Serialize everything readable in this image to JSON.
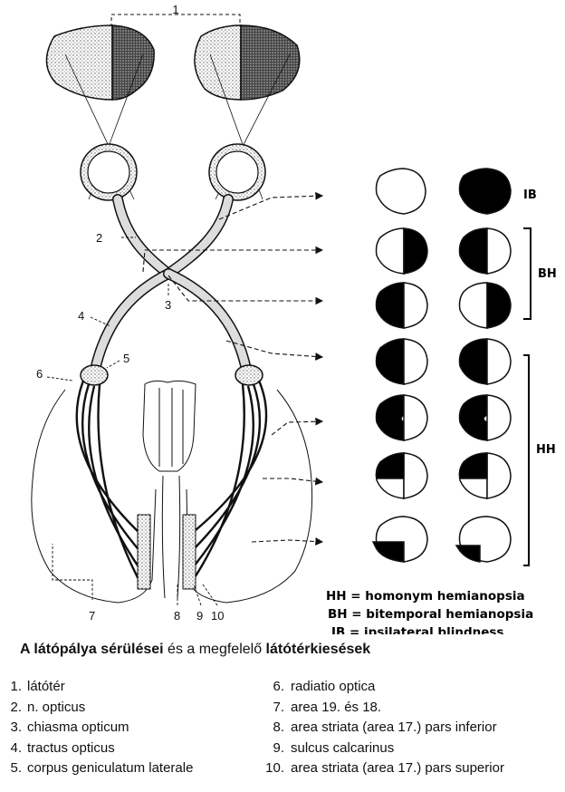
{
  "diagram": {
    "number_labels": [
      "1",
      "2",
      "3",
      "4",
      "5",
      "6",
      "7",
      "8",
      "9",
      "10"
    ],
    "defect_tags": {
      "ib": "IB",
      "bh": "BH",
      "hh": "HH"
    },
    "abbreviations": [
      "HH = homonym hemianopsia",
      "BH = bitemporal hemianopsia",
      "IB = ipsilateral blindness"
    ]
  },
  "caption": {
    "part1": "A látópálya sérülései",
    "part2": " és a megfelelő ",
    "part3": "látótérkiesések"
  },
  "legend": {
    "left": [
      {
        "n": "1.",
        "text": "látótér"
      },
      {
        "n": "2.",
        "text": "n. opticus"
      },
      {
        "n": "3.",
        "text": "chiasma opticum"
      },
      {
        "n": "4.",
        "text": "tractus opticus"
      },
      {
        "n": "5.",
        "text": "corpus geniculatum laterale"
      }
    ],
    "right": [
      {
        "n": "6.",
        "text": "radiatio optica"
      },
      {
        "n": "7.",
        "text": "area 19. és 18."
      },
      {
        "n": "8.",
        "text": "area striata (area 17.) pars inferior"
      },
      {
        "n": "9.",
        "text": "sulcus calcarinus"
      },
      {
        "n": "10.",
        "text": "area striata (area 17.) pars superior"
      }
    ]
  }
}
